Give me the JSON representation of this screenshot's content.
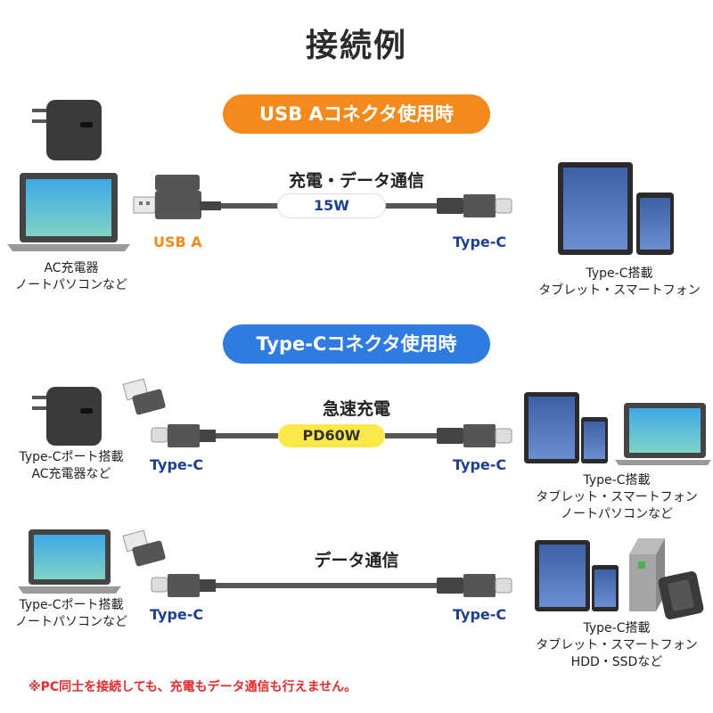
{
  "title": "接続例",
  "section_a": {
    "pill": "USB Aコネクタ使用時",
    "cable_heading": "充電・データ通信",
    "watt": "15W",
    "left_port": "USB A",
    "right_port": "Type-C",
    "left_device_label": [
      "AC充電器",
      "ノートパソコンなど"
    ],
    "right_device_label": [
      "Type-C搭載",
      "タブレット・スマートフォン"
    ]
  },
  "section_c": {
    "pill": "Type-Cコネクタ使用時",
    "row1": {
      "cable_heading": "急速充電",
      "watt": "PD60W",
      "left_port": "Type-C",
      "right_port": "Type-C",
      "left_device_label": [
        "Type-Cポート搭載",
        "AC充電器など"
      ],
      "right_device_label": [
        "Type-C搭載",
        "タブレット・スマートフォン",
        "ノートパソコンなど"
      ]
    },
    "row2": {
      "cable_heading": "データ通信",
      "left_port": "Type-C",
      "right_port": "Type-C",
      "left_device_label": [
        "Type-Cポート搭載",
        "ノートパソコンなど"
      ],
      "right_device_label": [
        "Type-C搭載",
        "タブレット・スマートフォン",
        "HDD・SSDなど"
      ]
    }
  },
  "note": "※PC同士を接続しても、充電もデータ通信も行えません。",
  "colors": {
    "orange": "#f28b1c",
    "blue": "#2f7be0",
    "navy": "#1d3f8f",
    "red": "#e22b2b",
    "yellow": "#fbe84a"
  }
}
